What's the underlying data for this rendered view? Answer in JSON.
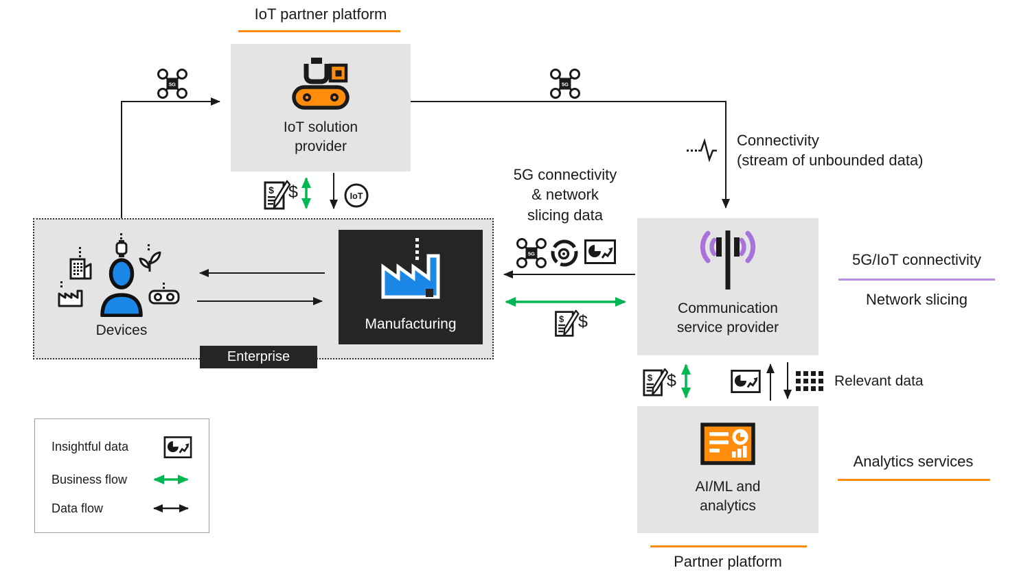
{
  "colors": {
    "orange": "#ff8c0a",
    "blue": "#1b87e6",
    "green": "#00b852",
    "purple_arcs": "#a873d9",
    "purple_underline": "#b78ee5",
    "dark": "#252525",
    "box_gray": "#e4e4e4"
  },
  "header": {
    "iot_partner_platform": "IoT partner platform"
  },
  "nodes": {
    "iot_solution_provider": {
      "label": "IoT solution\nprovider"
    },
    "devices": {
      "label": "Devices"
    },
    "manufacturing": {
      "label": "Manufacturing"
    },
    "enterprise": {
      "label": "Enterprise"
    },
    "communication_service_provider": {
      "label": "Communication\nservice provider"
    },
    "aiml_analytics": {
      "label": "AI/ML and\nanalytics"
    }
  },
  "labels": {
    "connectivity": "Connectivity\n(stream of unbounded data)",
    "slicing_data": "5G connectivity\n& network\nslicing data",
    "five_g_iot_connectivity": "5G/IoT connectivity",
    "network_slicing": "Network slicing",
    "relevant_data": "Relevant data",
    "analytics_services": "Analytics services",
    "partner_platform": "Partner platform"
  },
  "badges": {
    "iot": "IoT",
    "five_g": "5G",
    "dollar": "$"
  },
  "legend": {
    "insightful_data": "Insightful data",
    "business_flow": "Business flow",
    "data_flow": "Data flow"
  }
}
